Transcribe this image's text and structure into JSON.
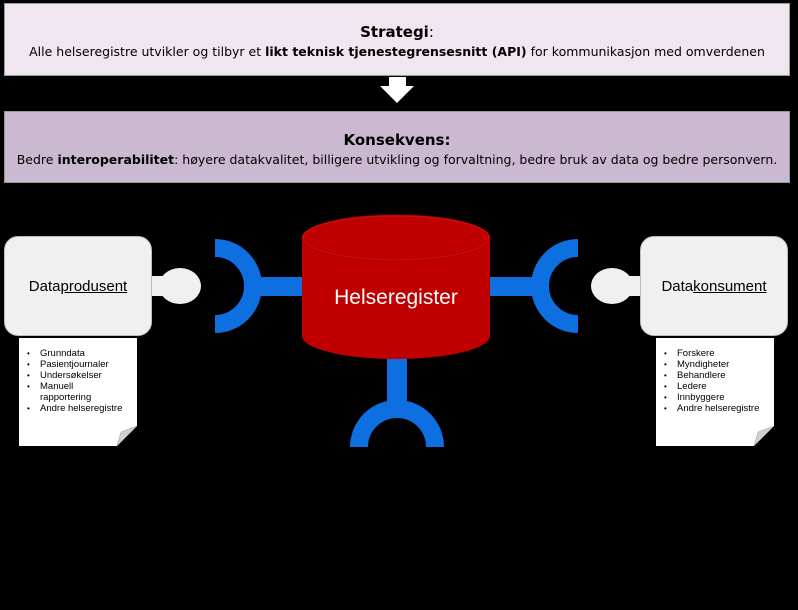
{
  "strategy": {
    "title": "Strategi",
    "title_suffix": ":",
    "text_before": "Alle helseregistre utvikler og tilbyr et ",
    "text_bold": "likt teknisk tjenestegrensesnitt (API)",
    "text_after": " for kommunikasjon med omverdenen"
  },
  "consequence": {
    "title": "Konsekvens:",
    "text_before": "Bedre ",
    "text_bold": "interoperabilitet",
    "text_after": ":  høyere datakvalitet, billigere utvikling og forvaltning, bedre bruk av data og bedre personvern."
  },
  "producer": {
    "label_prefix": "Data",
    "label_underlined": "produsent",
    "items": [
      "Grunndata",
      "Pasientjournaler",
      "Undersøkelser",
      "Manuell rapportering",
      "Andre helseregistre"
    ]
  },
  "consumer": {
    "label_prefix": "Data",
    "label_underlined": "konsument",
    "items": [
      "Forskere",
      "Myndigheter",
      "Behandlere",
      "Ledere",
      "Innbyggere",
      "Andre helseregistre"
    ]
  },
  "registry": {
    "label": "Helseregister"
  },
  "colors": {
    "connector": "#0d6fe0",
    "registry": "#c00000",
    "strategy_bg": "#efe6f0",
    "consequence_bg": "#cbb9d2"
  },
  "icons": [
    "arrow-down-icon",
    "socket-icon",
    "plug-icon",
    "folded-note-icon",
    "cylinder-icon"
  ]
}
